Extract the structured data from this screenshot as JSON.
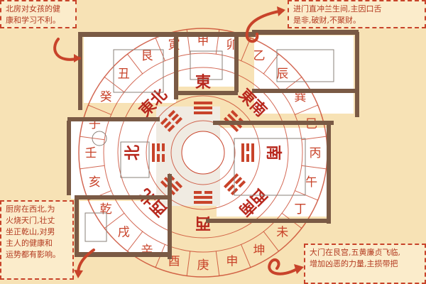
{
  "notes": {
    "top_left": "北房对女孩的健\n康和学习不利。",
    "top_right": "进门直冲兰生间,主因口舌\n是非,破财,不聚财。",
    "bottom_left": "厨房在西北,为\n火烧天门,壮丈\n坐正乾山,对男\n主人的健康和\n运势都有影响。",
    "bottom_right": "大门在艮宫,五黄廉贞飞临,\n增加凶恶的力量,主损带把\n"
  },
  "compass": {
    "outer_ring": [
      "甲",
      "卯",
      "乙",
      "辰",
      "巽",
      "巳",
      "丙",
      "午",
      "丁",
      "未",
      "坤",
      "申",
      "庚",
      "酉",
      "辛",
      "戌",
      "乾",
      "亥",
      "壬",
      "子",
      "癸",
      "丑",
      "艮",
      "寅"
    ],
    "inner_ring": [
      "東",
      "東南",
      "南",
      "西南",
      "西",
      "西北",
      "北",
      "東北"
    ]
  },
  "colors": {
    "background": "#f7e2b5",
    "accent": "#c8432a",
    "wall": "#7a5a45"
  },
  "icons": [
    "curl-arrow-icon",
    "trigram-icon"
  ]
}
